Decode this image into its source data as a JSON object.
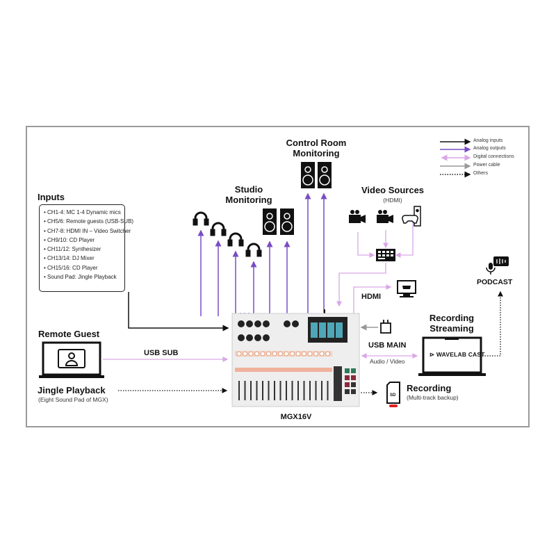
{
  "legend": {
    "items": [
      {
        "label": "Analog inputs",
        "color": "#111111",
        "style": "solid-arrow"
      },
      {
        "label": "Analog outputs",
        "color": "#7a4cc4",
        "style": "solid-arrow"
      },
      {
        "label": "Digital connections",
        "color": "#d9a6e6",
        "style": "double-arrow"
      },
      {
        "label": "Power cable",
        "color": "#999999",
        "style": "solid-arrow"
      },
      {
        "label": "Others",
        "color": "#111111",
        "style": "dotted-arrow"
      }
    ]
  },
  "inputs": {
    "title": "Inputs",
    "items": [
      "CH1-4: MC 1-4 Dynamic mics",
      "CH5/6: Remote guests (USB-SUB)",
      "CH7-8: HDMI IN – Video Switcher",
      "CH9/10: CD Player",
      "CH11/12: Synthesizer",
      "CH13/14: DJ Mixer",
      "CH15/16: CD Player",
      "Sound Pad: Jingle Playback"
    ]
  },
  "studio_monitoring": {
    "line1": "Studio",
    "line2": "Monitoring"
  },
  "control_room": {
    "line1": "Control Room",
    "line2": "Monitoring"
  },
  "video_sources": {
    "title": "Video Sources",
    "subtitle": "(HDMI)"
  },
  "hdmi_out": {
    "label": "HDMI"
  },
  "remote_guest": {
    "title": "Remote Guest",
    "link_label": "USB SUB"
  },
  "jingle": {
    "title": "Jingle Playback",
    "subtitle": "(Eight Sound Pad of MGX)"
  },
  "mixer": {
    "name": "MGX16V"
  },
  "usb_main": {
    "label": "USB MAIN",
    "sublabel": "Audio / Video"
  },
  "recording_streaming": {
    "line1": "Recording",
    "line2": "Streaming",
    "app": "WAVELAB CAST"
  },
  "podcast": {
    "label": "PODCAST"
  },
  "sd_recording": {
    "title": "Recording",
    "subtitle": "(Multi-track backup)",
    "card_label": "SD"
  },
  "colors": {
    "analog_out": "#7a4cc4",
    "digital": "#d9a6e6",
    "power": "#999999",
    "frame": "#9a9a9a"
  }
}
